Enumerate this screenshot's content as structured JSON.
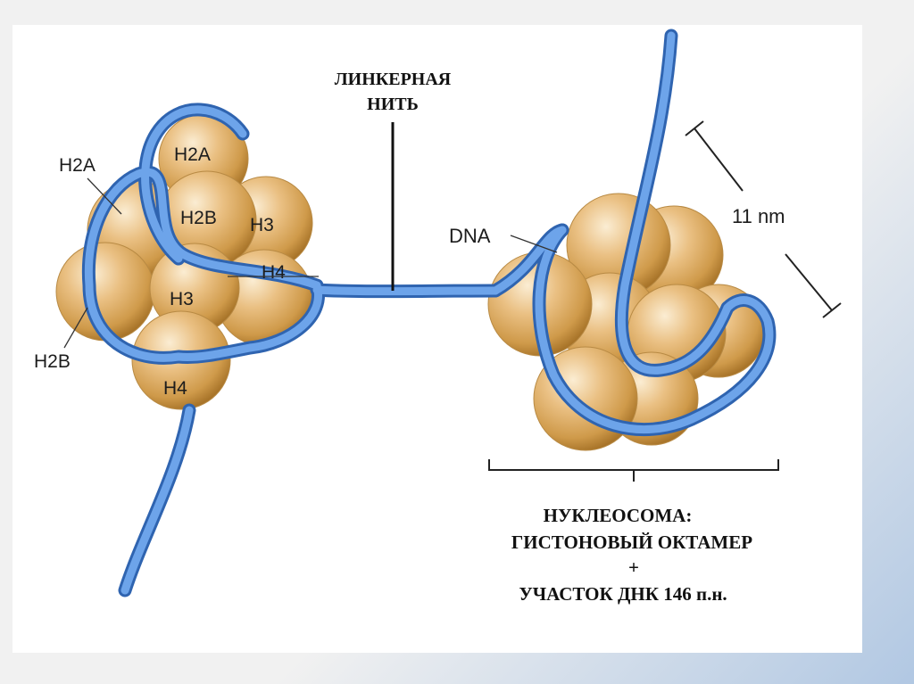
{
  "linker": {
    "line1": "ЛИНКЕРНАЯ",
    "line2": "НИТЬ"
  },
  "left_nucleosome": {
    "labels": {
      "h2a_outer": "H2A",
      "h2a_inner": "H2A",
      "h2b_inner": "H2B",
      "h3_upper": "H3",
      "h4_upper": "H4",
      "h3_lower": "H3",
      "h2b_outer": "H2B",
      "h4_lower": "H4"
    }
  },
  "right_nucleosome": {
    "dna_label": "DNA",
    "size_label": "11 nm"
  },
  "caption": {
    "line1": "НУКЛЕОСОМА:",
    "line2": "ГИСТОНОВЫЙ  ОКТАМЕР",
    "line3": "+",
    "line4": "УЧАСТОК  ДНК  146 п.н."
  },
  "colors": {
    "histone": "#d9a75a",
    "histone_light": "#f6e3c1",
    "dna": "#5a93da",
    "dna_edge": "#2f64b0",
    "background": "#ffffff"
  }
}
